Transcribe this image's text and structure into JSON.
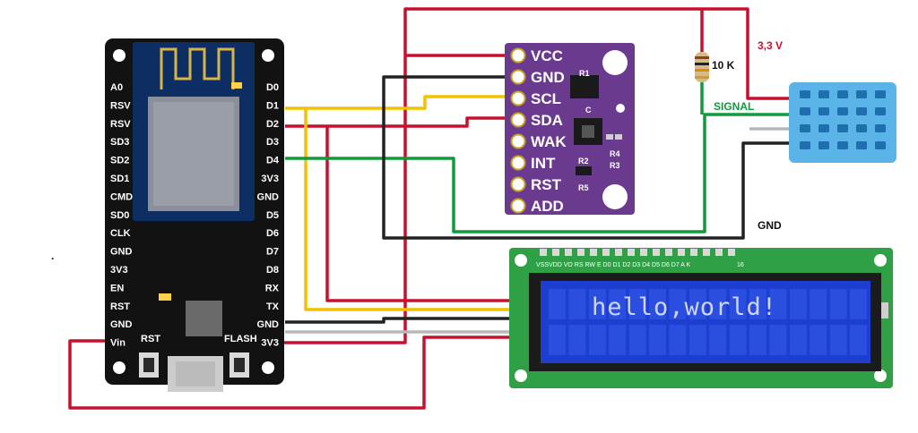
{
  "colors": {
    "red": "#c8102e",
    "black": "#222222",
    "yellow": "#f2c200",
    "green": "#119a3b",
    "gray": "#b8b8b8",
    "esp_board": "#121212",
    "ccs_board": "#6a3a8e",
    "lcd_pcb": "#2fa046",
    "lcd_screen": "#1d3ecf",
    "dht_body": "#5bb4e8"
  },
  "esp_board": {
    "left_pins": [
      "A0",
      "RSV",
      "RSV",
      "SD3",
      "SD2",
      "SD1",
      "CMD",
      "SD0",
      "CLK",
      "GND",
      "3V3",
      "EN",
      "RST",
      "GND",
      "Vin"
    ],
    "right_pins": [
      "D0",
      "D1",
      "D2",
      "D3",
      "D4",
      "3V3",
      "GND",
      "D5",
      "D6",
      "D7",
      "D8",
      "RX",
      "TX",
      "GND",
      "3V3"
    ],
    "rst_button": "RST",
    "flash_button": "FLASH"
  },
  "ccs_board": {
    "pins": [
      "VCC",
      "GND",
      "SCL",
      "SDA",
      "WAK",
      "INT",
      "RST",
      "ADD"
    ],
    "components": [
      "R1",
      "R2",
      "R3",
      "R4",
      "R5",
      "C"
    ]
  },
  "resistor_label": "10 K",
  "voltage_label": "3,3 V",
  "signal_label": "SIGNAL",
  "gnd_label": "GND",
  "lcd": {
    "pin_labels": "VSSVDD VO RS RW E  D0 D1 D2 D3 D4 D5 D6 D7  A  K",
    "pin_count": "16",
    "text": "hello,world!"
  },
  "stray_mark": "."
}
